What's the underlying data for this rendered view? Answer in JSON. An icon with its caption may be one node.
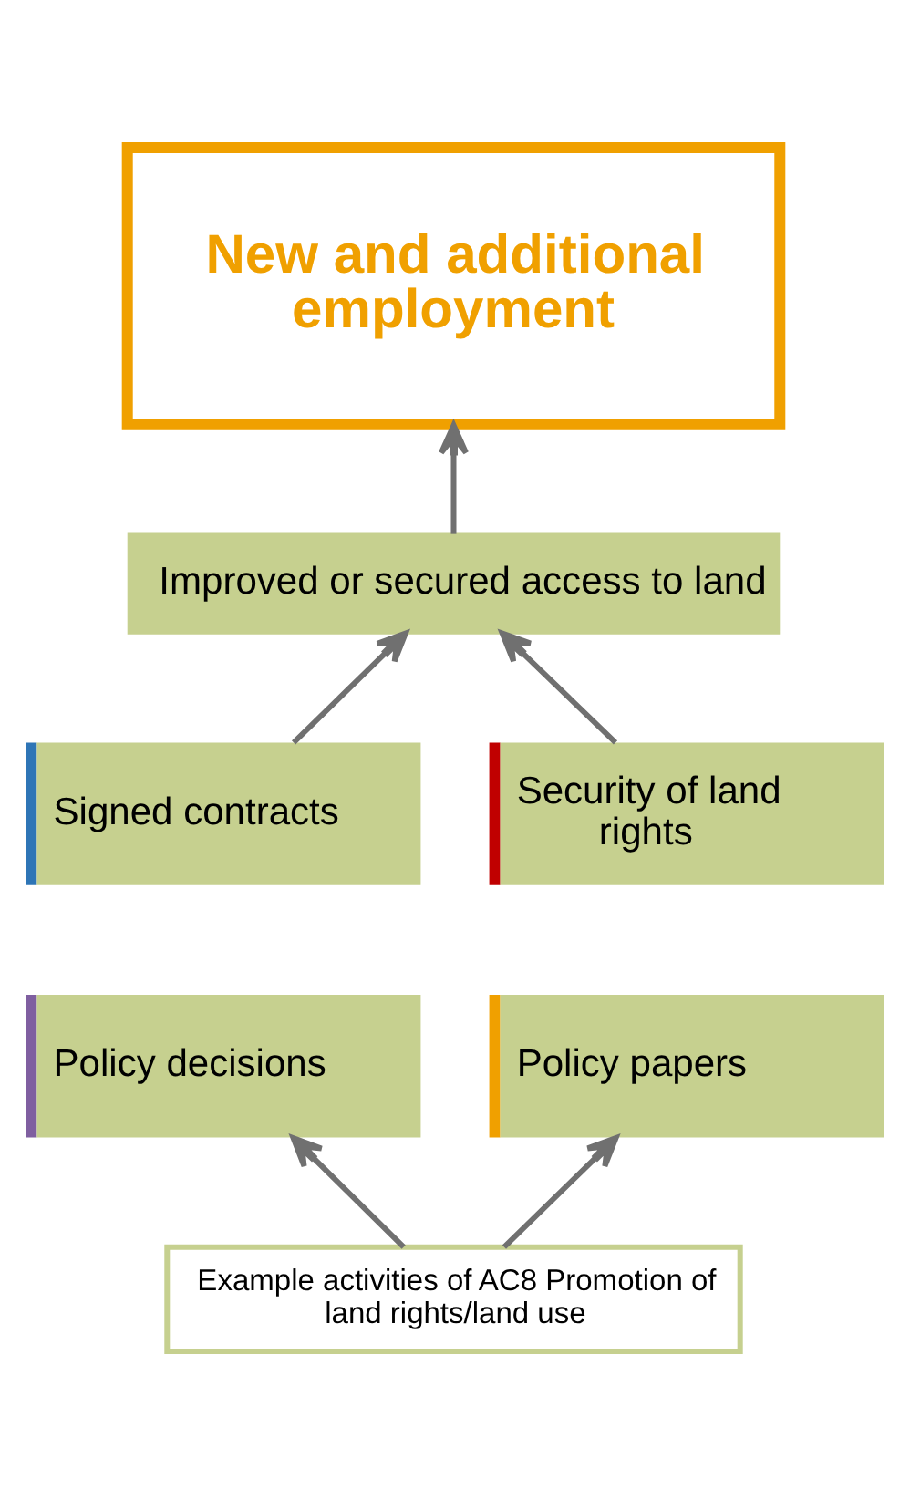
{
  "diagram": {
    "nodes": [
      {
        "text": [
          "New and additional employment"
        ]
      },
      {
        "text": [
          "Improved or secured access to land"
        ]
      },
      {
        "text": [
          "Signed contracts"
        ]
      },
      {
        "text": [
          "Security of land rights"
        ]
      },
      {
        "text": [
          "Policy decisions"
        ]
      },
      {
        "text": [
          "Policy papers"
        ]
      },
      {
        "text": [
          "Example activities of AC8 Promotion of land rights/land use"
        ]
      }
    ],
    "edges": [
      {
        "from": 1,
        "to": 0,
        "arrow": "to"
      },
      {
        "from": 2,
        "to": 1,
        "arrow": "to"
      },
      {
        "from": 3,
        "to": 1,
        "arrow": "to"
      },
      {
        "from": 6,
        "to": 4,
        "arrow": "to"
      },
      {
        "from": 6,
        "to": 5,
        "arrow": "to"
      }
    ]
  }
}
